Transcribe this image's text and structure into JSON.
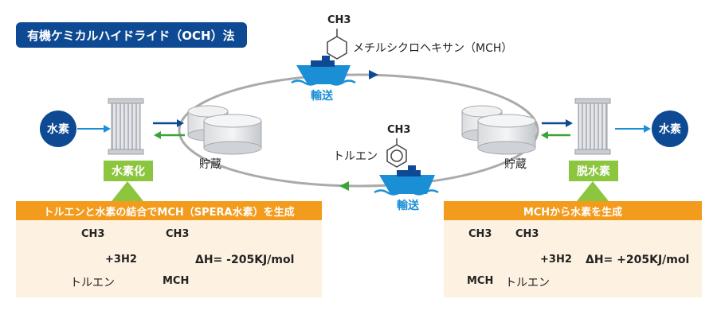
{
  "title": "有機ケミカルハイドライド（OCH）法",
  "hydrogen_left": "水素",
  "hydrogen_right": "水素",
  "hydrogenation_label": "水素化",
  "dehydrogenation_label": "脱水素",
  "storage_left": "貯蔵",
  "storage_right": "貯蔵",
  "transport_top": "輸送",
  "transport_bottom": "輸送",
  "ch3": "CH3",
  "mch_name": "メチルシクロヘキサン（MCH）",
  "toluene_name": "トルエン",
  "left_panel": {
    "heading": "トルエンと水素の結合でMCH（SPERA水素）を生成",
    "reactant": "トルエン",
    "plus_h2": "+3H2",
    "product": "MCH",
    "delta_h": "ΔH= -205KJ/mol"
  },
  "right_panel": {
    "heading": "MCHから水素を生成",
    "reactant": "MCH",
    "product": "トルエン",
    "plus_h2": "+3H2",
    "delta_h": "ΔH= +205KJ/mol"
  },
  "colors": {
    "navy": "#0e4a93",
    "sky_blue": "#1a8fd6",
    "green": "#8cc63f",
    "green_dark": "#3aa33a",
    "orange": "#f39b1c",
    "panel_bg": "#fdf2e2"
  }
}
